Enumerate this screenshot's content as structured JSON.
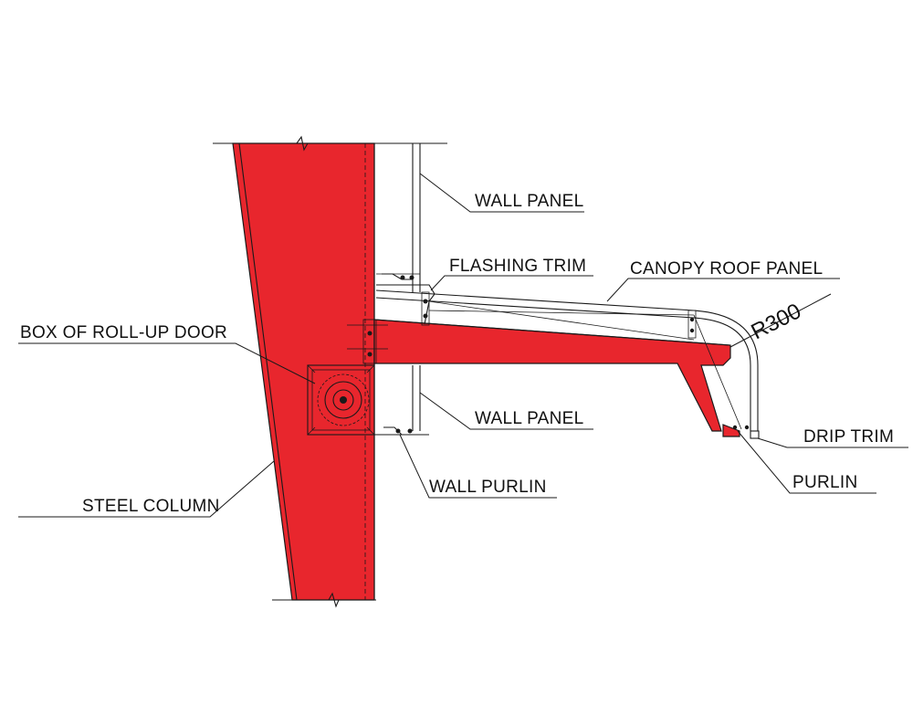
{
  "labels": {
    "wall_panel_top": "WALL PANEL",
    "flashing_trim": "FLASHING TRIM",
    "canopy_roof_panel": "CANOPY ROOF PANEL",
    "box_of_roll_up_door": "BOX OF ROLL-UP DOOR",
    "wall_panel_bottom": "WALL PANEL",
    "drip_trim": "DRIP TRIM",
    "wall_purlin": "WALL PURLIN",
    "purlin": "PURLIN",
    "steel_column": "STEEL COLUMN",
    "radius_dimension": "R300"
  },
  "colors": {
    "steel": "#e8262d",
    "line": "#1a1a1a",
    "background": "#ffffff"
  }
}
